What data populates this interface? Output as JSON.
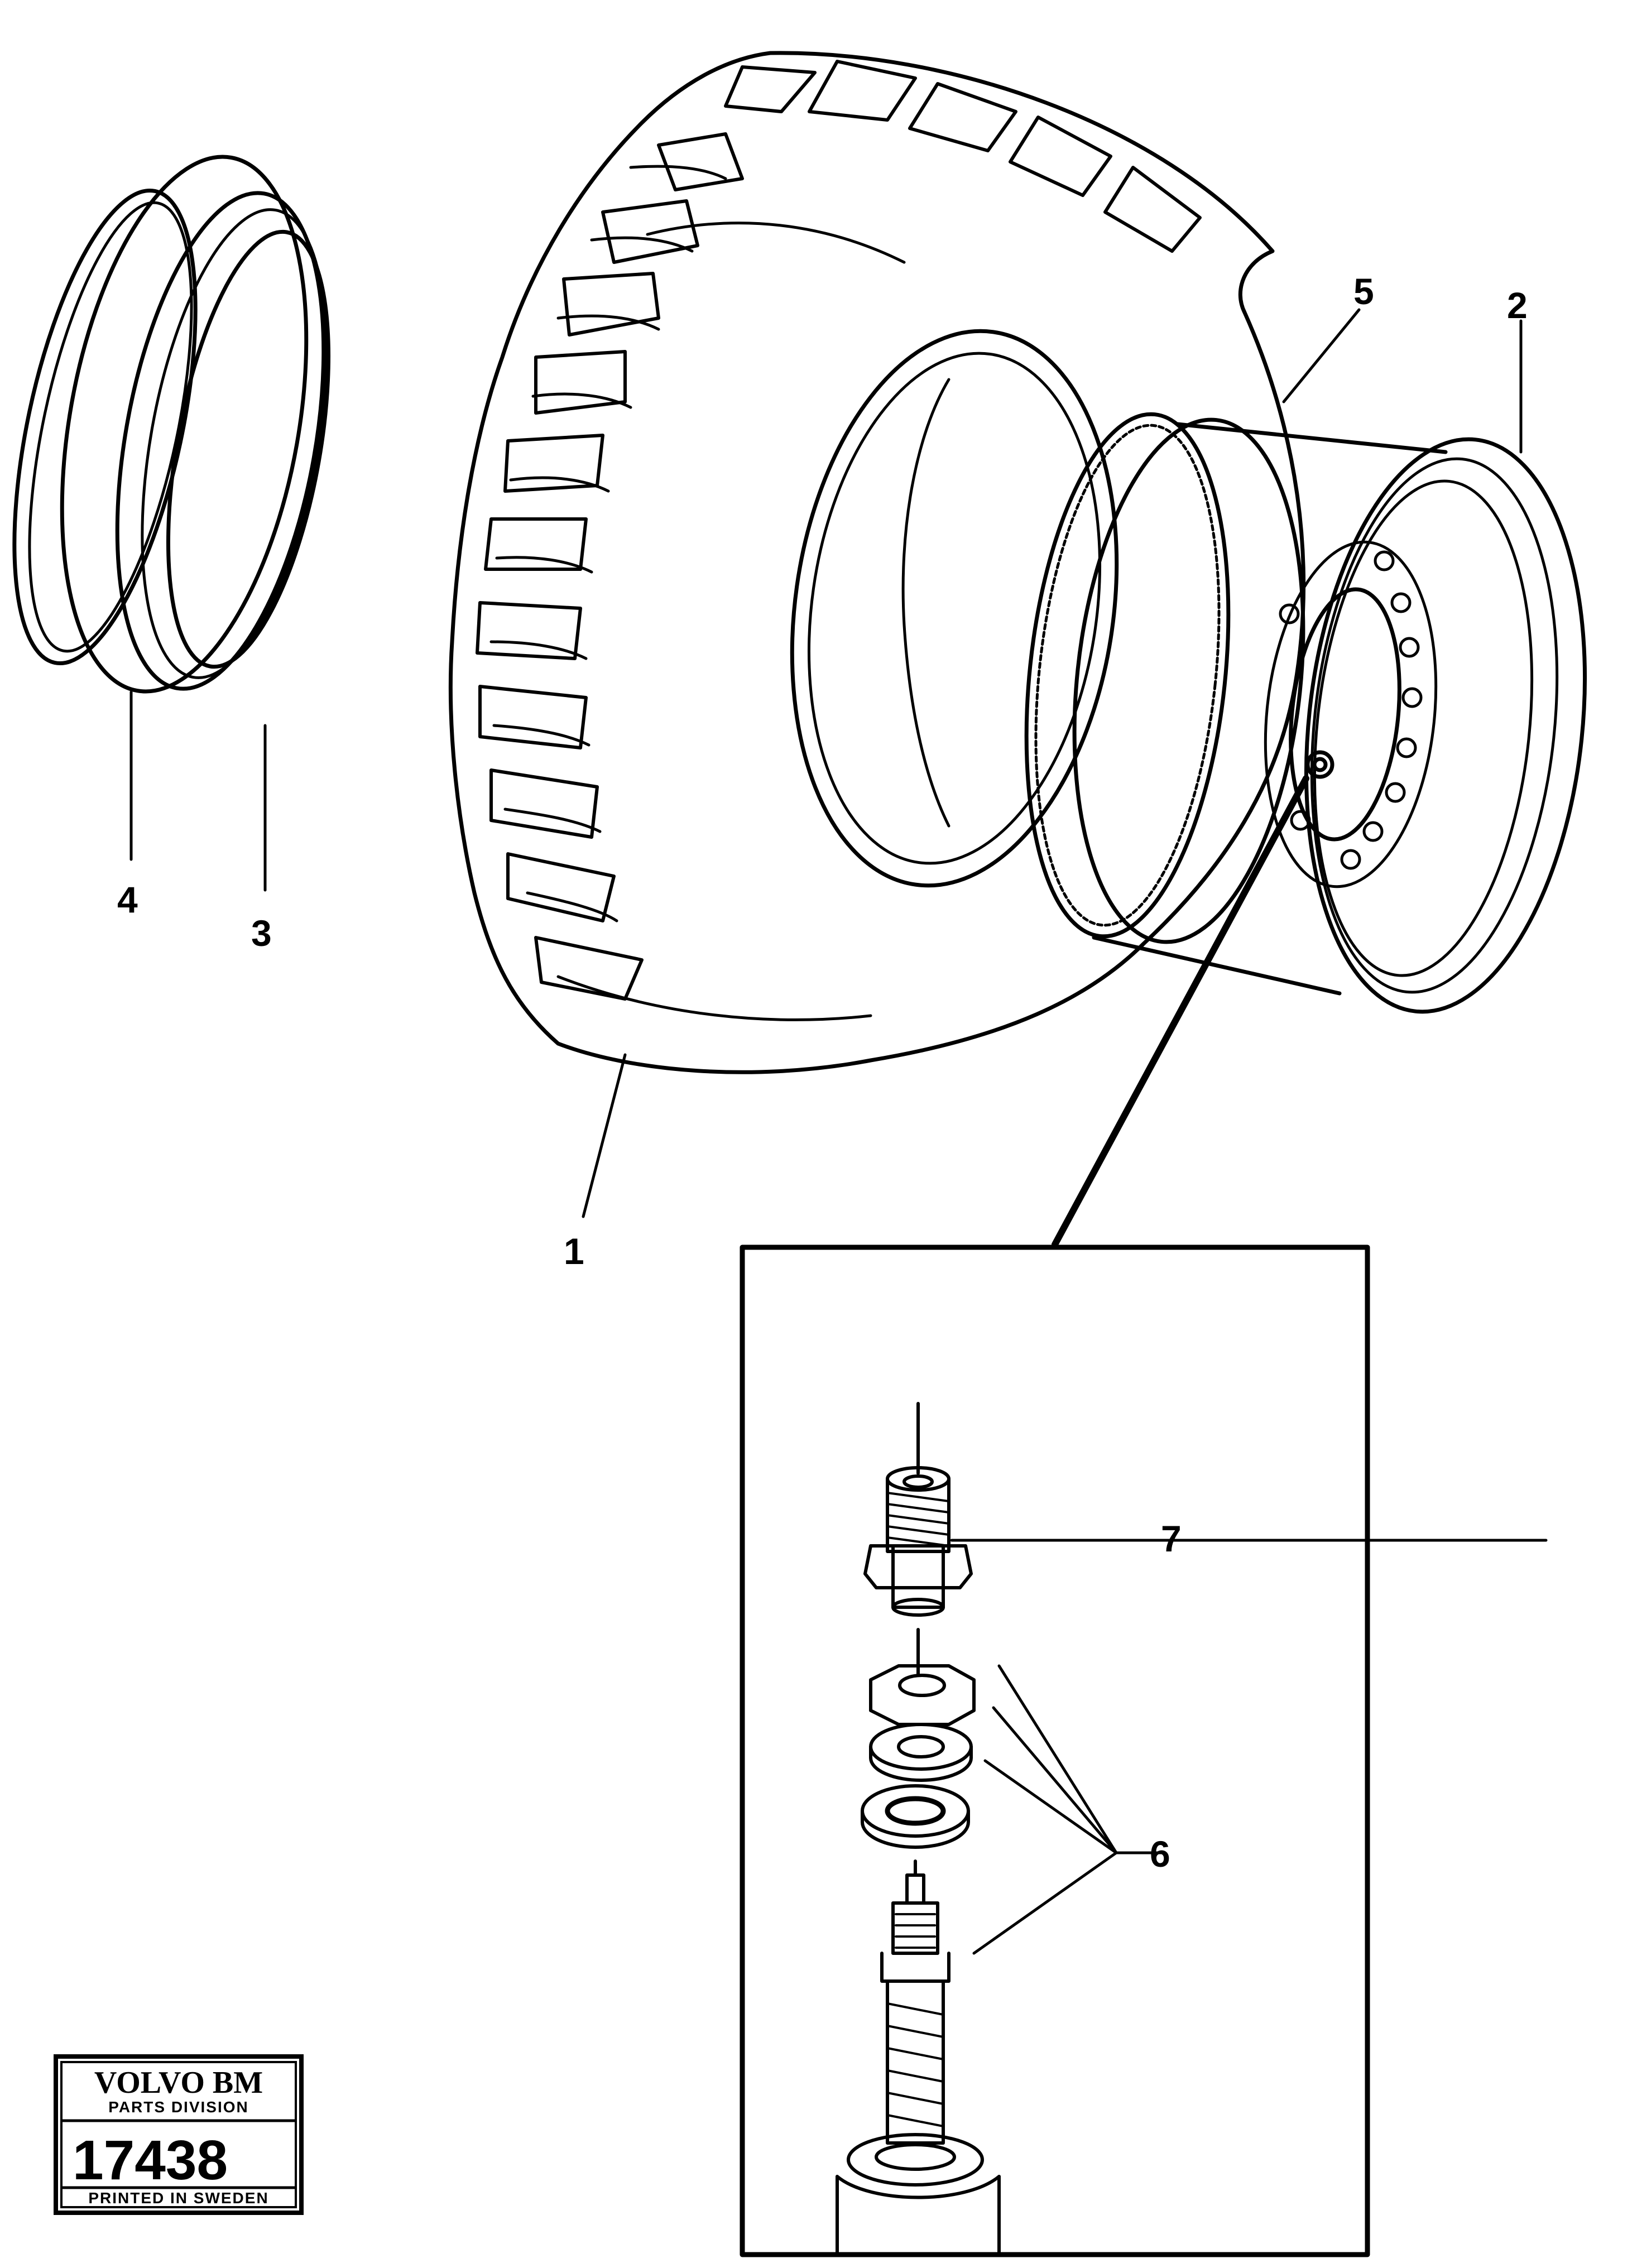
{
  "callouts": {
    "c1": "1",
    "c2": "2",
    "c3": "3",
    "c4": "4",
    "c5": "5",
    "c6": "6",
    "c7": "7"
  },
  "stamp": {
    "brand": "VOLVO BM",
    "division": "PARTS DIVISION",
    "number": "17438",
    "printed": "PRINTED IN SWEDEN"
  }
}
